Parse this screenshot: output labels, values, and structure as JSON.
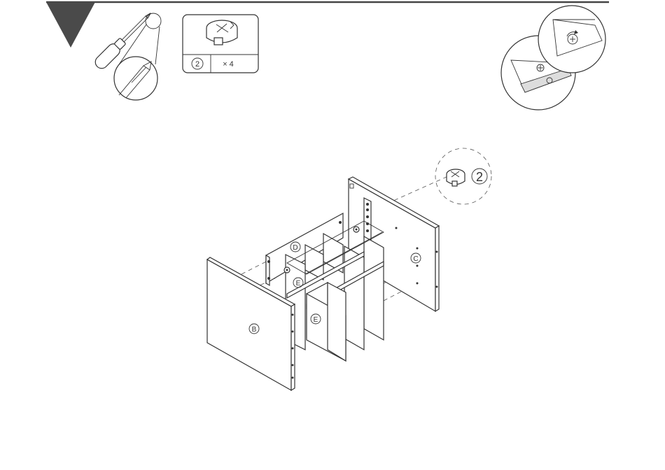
{
  "parts_box": {
    "part_number": "2",
    "quantity": "× 4"
  },
  "labels": {
    "panel_b": "B",
    "panel_c": "C",
    "panel_d": "D",
    "panel_e_upper": "E",
    "panel_e_lower": "E",
    "callout_number": "2"
  },
  "colors": {
    "line": "#333333",
    "header_bar": "#444444",
    "step_marker": "#4a4a4a"
  },
  "icons": [
    "screwdriver-icon",
    "cam-lock-icon",
    "cam-lock-rotation-icon"
  ]
}
